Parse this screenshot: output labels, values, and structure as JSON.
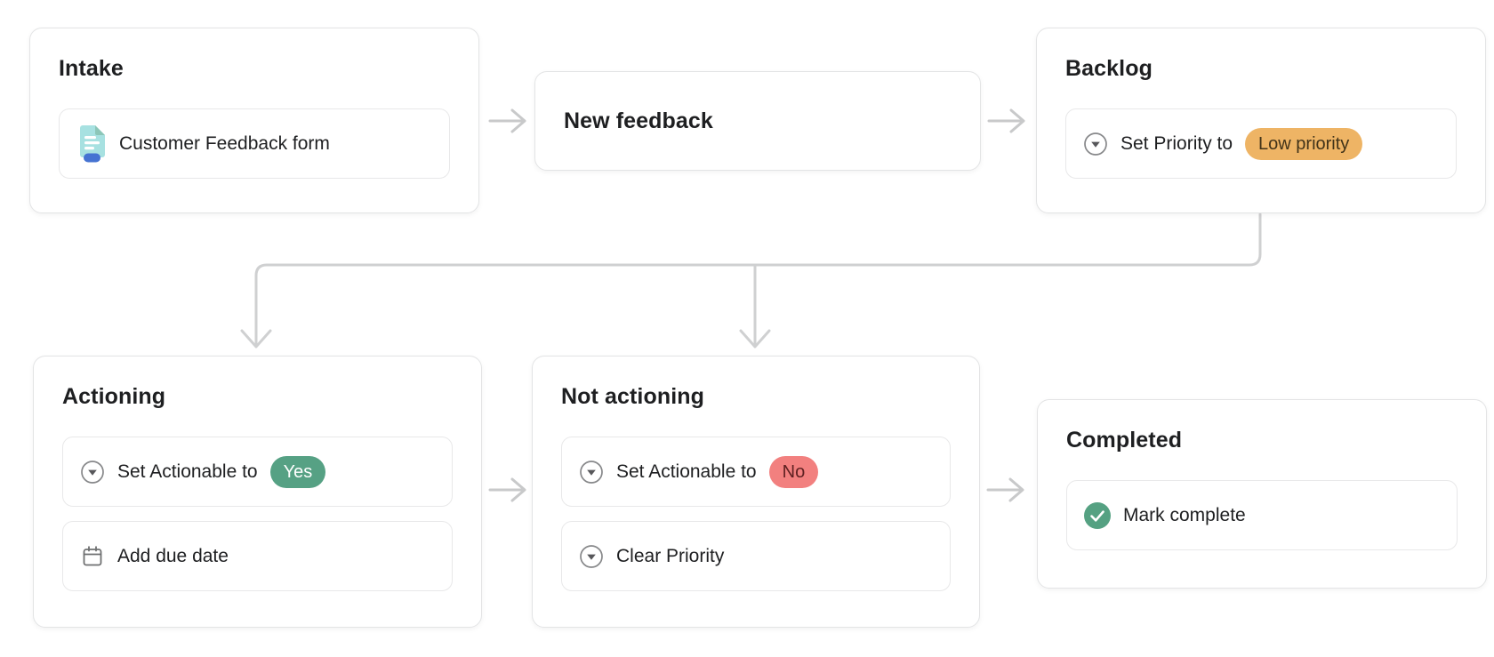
{
  "app_context": "workflow-builder-diagram",
  "palette": {
    "text": "#1e1f21",
    "card_border": "#e3e4e5",
    "inner_row_border": "#e8e8e9",
    "connector_line": "#cfd0d1",
    "arrow_line": "#c8c9ca",
    "form_icon_teal": "#a7e1e1",
    "form_icon_fold": "#8cc6b8",
    "form_icon_blue": "#4573d2",
    "check_circle_green": "#55a182"
  },
  "cards": {
    "intake": {
      "title": "Intake",
      "items": [
        {
          "icon": "form-icon",
          "label": "Customer Feedback form"
        }
      ]
    },
    "new_feedback": {
      "title": "New feedback"
    },
    "backlog": {
      "title": "Backlog",
      "items": [
        {
          "icon": "dropdown-field-icon",
          "label": "Set Priority to",
          "badge": {
            "text": "Low priority",
            "bg": "#eeb465",
            "fg": "#413319"
          }
        }
      ]
    },
    "actioning": {
      "title": "Actioning",
      "items": [
        {
          "icon": "dropdown-field-icon",
          "label": "Set Actionable to",
          "badge": {
            "text": "Yes",
            "bg": "#56a184",
            "fg": "#ffffff"
          }
        },
        {
          "icon": "calendar-icon",
          "label": "Add due date"
        }
      ]
    },
    "not_actioning": {
      "title": "Not actioning",
      "items": [
        {
          "icon": "dropdown-field-icon",
          "label": "Set Actionable to",
          "badge": {
            "text": "No",
            "bg": "#f2807f",
            "fg": "#5e2021"
          }
        },
        {
          "icon": "dropdown-field-icon",
          "label": "Clear Priority"
        }
      ]
    },
    "completed": {
      "title": "Completed",
      "items": [
        {
          "icon": "check-circle-icon",
          "label": "Mark complete"
        }
      ]
    }
  }
}
